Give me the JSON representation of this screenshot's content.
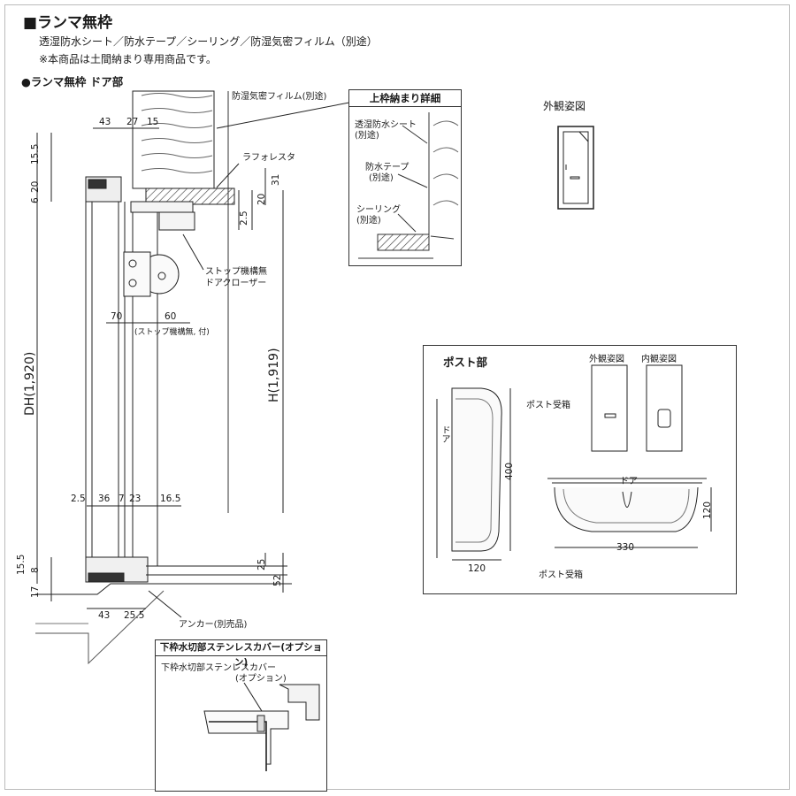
{
  "header": {
    "title": "■ランマ無枠",
    "line1": "透湿防水シート／防水テープ／シーリング／防湿気密フィルム（別途）",
    "line2": "※本商品は土間納まり専用商品です。"
  },
  "section": {
    "title": "●ランマ無枠 ドア部"
  },
  "main_labels": {
    "film": "防湿気密フィルム(別途)",
    "raforesta": "ラフォレスタ",
    "closer1": "ストップ機構無",
    "closer2": "ドアクローザー",
    "stop_note": "(ストップ機構無, 付)",
    "anchor": "アンカー(別売品)",
    "dh": "DH(1,920)",
    "h": "H(1,919)"
  },
  "dims": {
    "d43a": "43",
    "d27": "27",
    "d15": "15",
    "d15_5a": "15.5",
    "d6": "6",
    "d20a": "20",
    "d31": "31",
    "d20b": "20",
    "d2_5a": "2.5",
    "d70": "70",
    "d60": "60",
    "d2_5b": "2.5",
    "d36": "36",
    "d7": "7",
    "d23": "23",
    "d16_5": "16.5",
    "d15_5b": "15.5",
    "d8": "8",
    "d17": "17",
    "d25": "25",
    "d52": "52",
    "d43b": "43",
    "d25_5": "25.5"
  },
  "detail_box": {
    "title": "上枠納まり詳細",
    "sheet1": "透湿防水シート",
    "sheet2": "(別途)",
    "tape1": "防水テープ",
    "tape2": "(別途)",
    "seal1": "シーリング",
    "seal2": "(別途)"
  },
  "exterior": {
    "title": "外観姿図"
  },
  "post": {
    "title": "ポスト部",
    "ext_label": "外観姿図",
    "int_label": "内観姿図",
    "receiver_top": "ポスト受箱",
    "receiver_bottom": "ポスト受箱",
    "door_v": "ドア",
    "door_h": "ドア",
    "d400": "400",
    "d120a": "120",
    "d120b": "120",
    "d330": "330"
  },
  "option_box": {
    "title": "下枠水切部ステンレスカバー(オプション)",
    "label1": "下枠水切部ステンレスカバー",
    "label2": "(オプション)"
  }
}
